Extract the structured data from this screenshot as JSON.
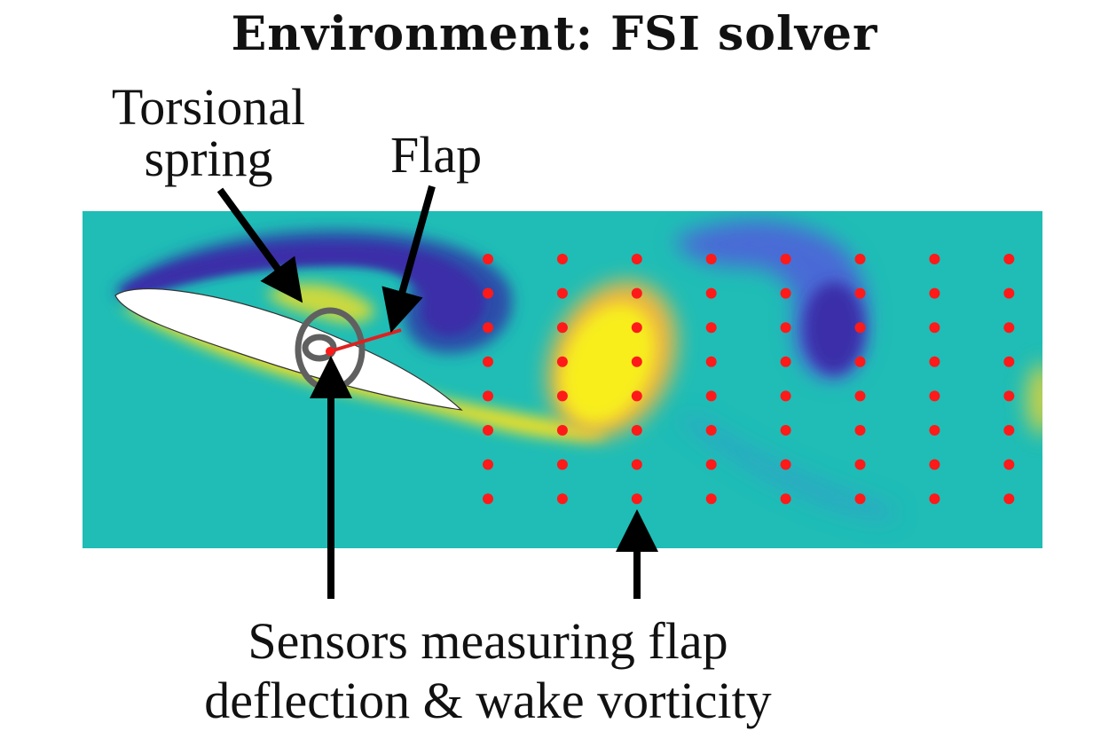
{
  "title": "Environment: FSI solver",
  "labels": {
    "torsional_line1": "Torsional",
    "torsional_line2": "spring",
    "flap": "Flap",
    "sensors_line1": "Sensors measuring flap",
    "sensors_line2": "deflection & wake vorticity"
  },
  "colors": {
    "background_field": "#1fbdb6",
    "negative_vortex": "#3b2fa8",
    "positive_vortex": "#f7ee1a",
    "sensor": "#ff1a1a",
    "spring": "#555555",
    "flap": "#e02020"
  },
  "sensor_grid": {
    "columns": 8,
    "rows": 8
  }
}
